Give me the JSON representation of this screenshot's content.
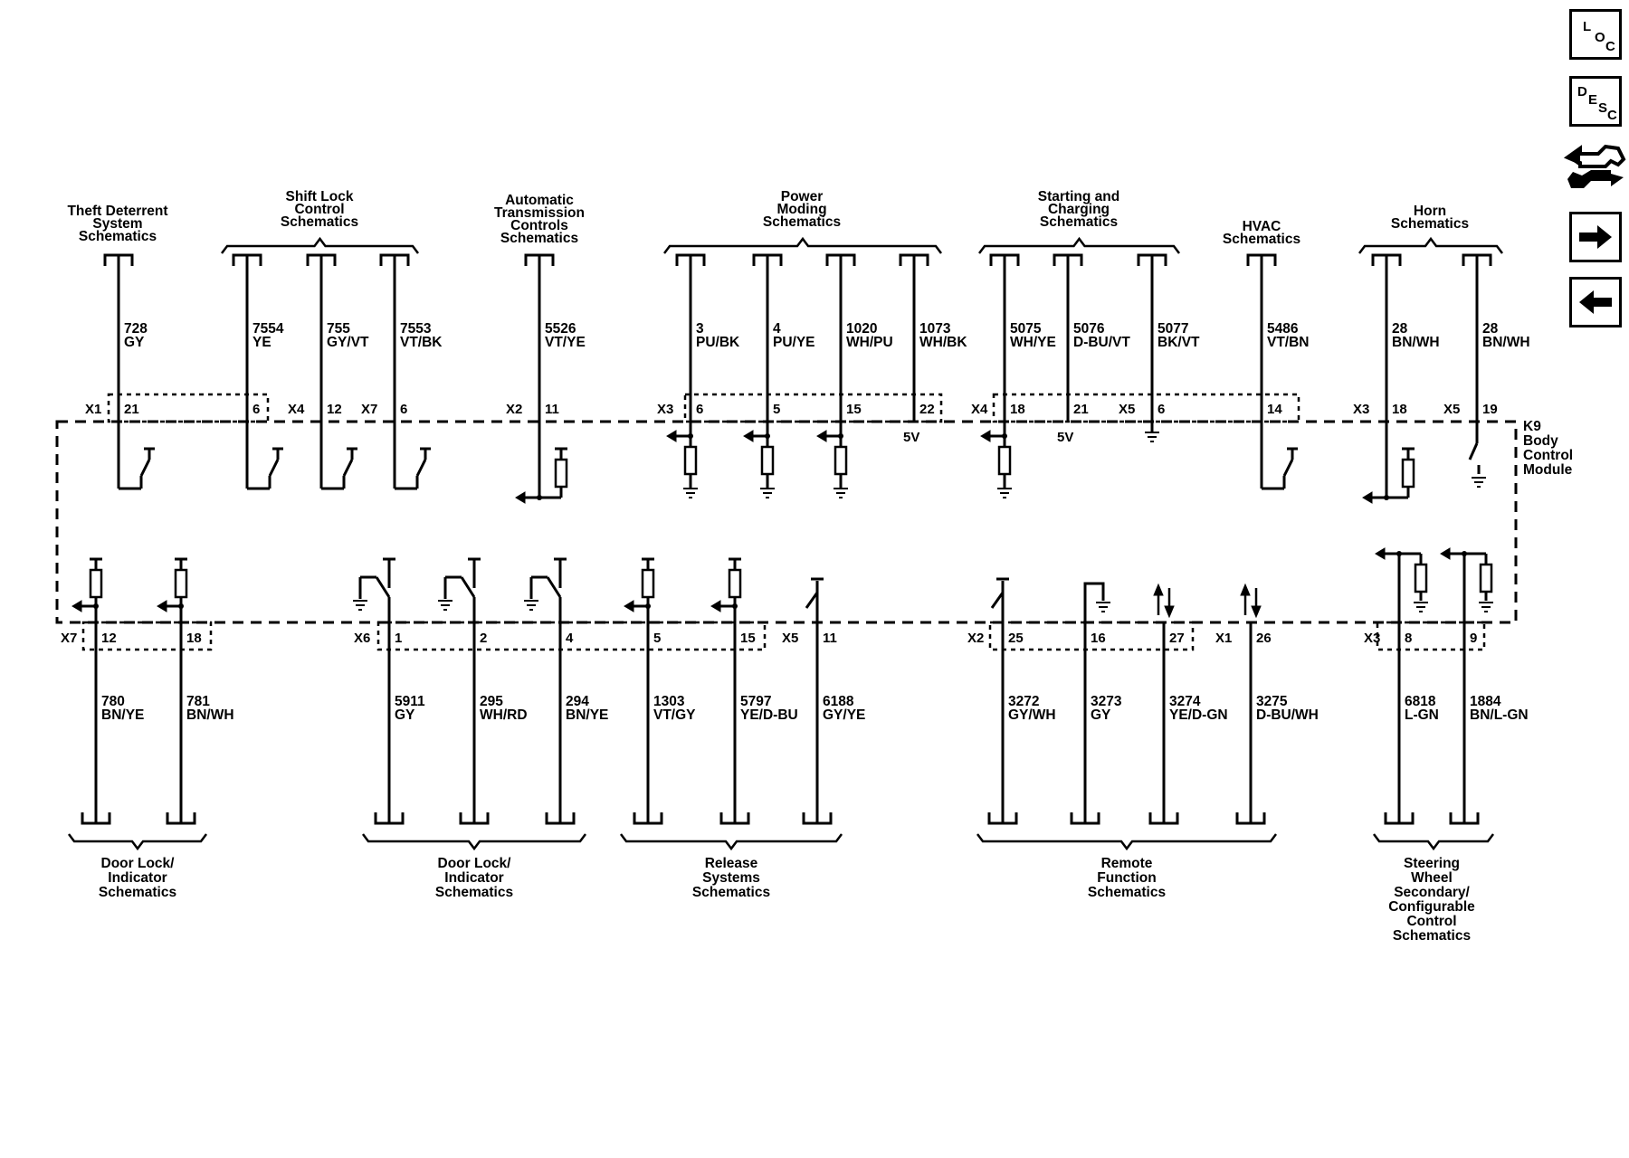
{
  "nav": {
    "loc": {
      "l1": "L",
      "l2": "O",
      "l3": "C"
    },
    "desc": {
      "l1": "D",
      "l2": "E",
      "l3": "S",
      "l4": "C"
    }
  },
  "module": {
    "label": [
      "K9",
      "Body",
      "Control",
      "Module"
    ]
  },
  "top_groups": [
    {
      "label": [
        "Theft Deterrent",
        "System",
        "Schematics"
      ]
    },
    {
      "label": [
        "Shift Lock",
        "Control",
        "Schematics"
      ]
    },
    {
      "label": [
        "Automatic",
        "Transmission",
        "Controls",
        "Schematics"
      ]
    },
    {
      "label": [
        "Power",
        "Moding",
        "Schematics"
      ]
    },
    {
      "label": [
        "Starting and",
        "Charging",
        "Schematics"
      ]
    },
    {
      "label": [
        "HVAC",
        "Schematics"
      ]
    },
    {
      "label": [
        "Horn",
        "Schematics"
      ]
    }
  ],
  "top_wires": [
    {
      "circuit": "728",
      "color": "GY",
      "connector": "X1",
      "pin": "21",
      "element": "switch"
    },
    {
      "circuit": "7554",
      "color": "YE",
      "connector": "",
      "pin": "6",
      "element": "switch"
    },
    {
      "circuit": "755",
      "color": "GY/VT",
      "connector": "X4",
      "pin": "12",
      "element": "switch"
    },
    {
      "circuit": "7553",
      "color": "VT/BK",
      "connector": "X7",
      "pin": "6",
      "element": "switch"
    },
    {
      "circuit": "5526",
      "color": "VT/YE",
      "connector": "X2",
      "pin": "11",
      "element": "pullup-input"
    },
    {
      "circuit": "3",
      "color": "PU/BK",
      "connector": "X3",
      "pin": "6",
      "element": "pulldown-input"
    },
    {
      "circuit": "4",
      "color": "PU/YE",
      "connector": "",
      "pin": "5",
      "element": "pulldown-input"
    },
    {
      "circuit": "1020",
      "color": "WH/PU",
      "connector": "",
      "pin": "15",
      "element": "pulldown-input"
    },
    {
      "circuit": "1073",
      "color": "WH/BK",
      "connector": "",
      "pin": "22",
      "element": "5v",
      "note": "5V"
    },
    {
      "circuit": "5075",
      "color": "WH/YE",
      "connector": "X4",
      "pin": "18",
      "element": "pulldown-input"
    },
    {
      "circuit": "5076",
      "color": "D-BU/VT",
      "connector": "",
      "pin": "21",
      "element": "5v",
      "note": "5V"
    },
    {
      "circuit": "5077",
      "color": "BK/VT",
      "connector": "X5",
      "pin": "6",
      "element": "ground"
    },
    {
      "circuit": "5486",
      "color": "VT/BN",
      "connector": "",
      "pin": "14",
      "element": "switch"
    },
    {
      "circuit": "28",
      "color": "BN/WH",
      "connector": "X3",
      "pin": "18",
      "element": "pullup-input"
    },
    {
      "circuit": "28",
      "color": "BN/WH",
      "connector": "X5",
      "pin": "19",
      "element": "ground-switch"
    }
  ],
  "bottom_groups": [
    {
      "label": [
        "Door Lock/",
        "Indicator",
        "Schematics"
      ]
    },
    {
      "label": [
        "Door Lock/",
        "Indicator",
        "Schematics"
      ]
    },
    {
      "label": [
        "Release",
        "Systems",
        "Schematics"
      ]
    },
    {
      "label": [
        "Remote",
        "Function",
        "Schematics"
      ]
    },
    {
      "label": [
        "Steering",
        "Wheel",
        "Secondary/",
        "Configurable",
        "Control",
        "Schematics"
      ]
    }
  ],
  "bottom_wires": [
    {
      "circuit": "780",
      "color": "BN/YE",
      "connector": "X7",
      "pin": "12",
      "element": "pullup-input"
    },
    {
      "circuit": "781",
      "color": "BN/WH",
      "connector": "",
      "pin": "18",
      "element": "pullup-input"
    },
    {
      "circuit": "5911",
      "color": "GY",
      "connector": "X6",
      "pin": "1",
      "element": "relay"
    },
    {
      "circuit": "295",
      "color": "WH/RD",
      "connector": "",
      "pin": "2",
      "element": "relay"
    },
    {
      "circuit": "294",
      "color": "BN/YE",
      "connector": "",
      "pin": "4",
      "element": "relay"
    },
    {
      "circuit": "1303",
      "color": "VT/GY",
      "connector": "",
      "pin": "5",
      "element": "pullup-input"
    },
    {
      "circuit": "5797",
      "color": "YE/D-BU",
      "connector": "",
      "pin": "15",
      "element": "pullup-input"
    },
    {
      "circuit": "6188",
      "color": "GY/YE",
      "connector": "X5",
      "pin": "11",
      "element": "switch"
    },
    {
      "circuit": "3272",
      "color": "GY/WH",
      "connector": "X2",
      "pin": "25",
      "element": "switch"
    },
    {
      "circuit": "3273",
      "color": "GY",
      "connector": "",
      "pin": "16",
      "element": "ground"
    },
    {
      "circuit": "3274",
      "color": "YE/D-GN",
      "connector": "",
      "pin": "27",
      "element": "bidirectional"
    },
    {
      "circuit": "3275",
      "color": "D-BU/WH",
      "connector": "X1",
      "pin": "26",
      "element": "bidirectional"
    },
    {
      "circuit": "6818",
      "color": "L-GN",
      "connector": "X3",
      "pin": "8",
      "element": "pulldown-output"
    },
    {
      "circuit": "1884",
      "color": "BN/L-GN",
      "connector": "",
      "pin": "9",
      "element": "pulldown-output"
    }
  ],
  "colors": {
    "line": "#000000",
    "background": "#ffffff"
  }
}
